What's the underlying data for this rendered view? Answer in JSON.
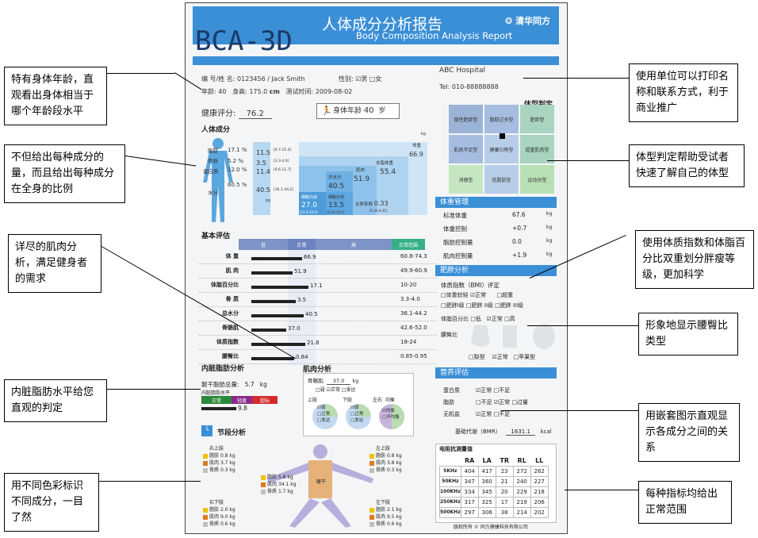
{
  "callouts": [
    "特有身体年龄，直观看出身体相当于哪个年龄段水平",
    "不但给出每种成分的量，而且给出每种成分在全身的比例",
    "详尽的肌肉分析，满足健身者的需求",
    "内脏脂肪水平给您直观的判定",
    "用不同色彩标识不同成分，一目了然",
    "使用单位可以打印名称和联系方式，利于商业推广",
    "体型判定帮助受试者快速了解自己的体型",
    "使用体质指数和体脂百分比双重划分胖瘦等级，更加科学",
    "形象地显示腰臀比类型",
    "用嵌套图示直观显示各成分之间的关系",
    "每种指标均给出正常范围"
  ],
  "header": {
    "title_cn": "人体成分分析报告",
    "title_en": "Body Composition Analysis Report",
    "brand": "清华同方",
    "logo": "BCA-3D"
  },
  "patient": {
    "id_name_label": "编 号/姓 名:",
    "id_name": "0123456 / Jack Smith",
    "gender_label": "性别:",
    "male": "男",
    "female": "女",
    "age_label": "年龄:",
    "age": "40",
    "height_label": "身高:",
    "height": "175.0",
    "height_unit": "cm",
    "date_label": "测试时间:",
    "date": "2009-08-02",
    "health_label": "健康评分:",
    "health_score": "76.2",
    "body_age_label": "身体年龄",
    "body_age": "40",
    "body_age_unit": "岁"
  },
  "hospital": {
    "name": "ABC Hospital",
    "tel": "Tel: 010-88888888"
  },
  "body_comp": {
    "title": "人体成分",
    "labels": [
      "脂肪",
      "骨质",
      "蛋白质",
      "水分"
    ],
    "percents": [
      "17.1 %",
      "5.2 %",
      "12.0 %",
      "60.5 %"
    ],
    "values": [
      "11.5",
      "3.5",
      "11.4",
      "40.5"
    ],
    "ranges": [
      "[6.7-15.4]",
      "[3.3-4.0]",
      "[9.6-12.7]",
      "[36.1-44.2]"
    ],
    "kg": "kg",
    "top_kg": "kg",
    "weight_label": "体重",
    "weight": "66.9",
    "lean_label": "去脂体重",
    "lean": "55.4",
    "muscle_label": "肌肉",
    "muscle": "51.9",
    "total_water_label": "总水分",
    "total_water": "40.5",
    "icf_label": "细胞内液",
    "icf": "27.0",
    "icf_range": "[22.0-26.0]",
    "ecf_label": "细胞外液",
    "ecf": "13.5",
    "ecf_range": "[13.6-15.6]",
    "edema_label": "水肿系数",
    "edema": "0.33",
    "edema_range": "[0.30-0.35]"
  },
  "basic_eval": {
    "title": "基本评估",
    "header": [
      "低",
      "正常",
      "高",
      "正常范围"
    ],
    "rows": [
      {
        "label": "体 重",
        "value": "66.9",
        "range": "60.8-74.3",
        "frac": 0.32
      },
      {
        "label": "肌 肉",
        "value": "51.9",
        "range": "49.9-60.9",
        "frac": 0.26
      },
      {
        "label": "体脂百分比",
        "value": "17.1",
        "range": "10-20",
        "frac": 0.36
      },
      {
        "label": "骨 质",
        "value": "3.5",
        "range": "3.3-4.0",
        "frac": 0.28
      },
      {
        "label": "总水分",
        "value": "40.5",
        "range": "36.1-44.2",
        "frac": 0.33
      },
      {
        "label": "骨骼肌",
        "value": "37.0",
        "range": "42.6-52.0",
        "frac": 0.22
      },
      {
        "label": "体质指数",
        "value": "21.8",
        "range": "18-24",
        "frac": 0.34
      },
      {
        "label": "腰臀比",
        "value": "0.84",
        "range": "0.85-0.95",
        "frac": 0.27
      }
    ]
  },
  "body_type": {
    "title": "体型判定",
    "cells": [
      "隐性肥胖型",
      "脂肪过多型",
      "肥胖型",
      "肌肉不足型",
      "健康匀称型",
      "超重肌肉型",
      "消瘦型",
      "低脂肪型",
      "运动员型"
    ],
    "colors": [
      "#9ab3d6",
      "#a6bce0",
      "#a8d4c0",
      "#a6bce0",
      "#b8cde8",
      "#a8d4c0",
      "#c6e6c2",
      "#b8cde8",
      "#b8e0b4"
    ]
  },
  "weight_mgmt": {
    "title": "体重管理",
    "rows": [
      {
        "label": "标准体重",
        "value": "67.6",
        "unit": "kg"
      },
      {
        "label": "体重控制",
        "value": "+0.7",
        "unit": "kg"
      },
      {
        "label": "脂肪控制量",
        "value": "0.0",
        "unit": "kg"
      },
      {
        "label": "肌肉控制量",
        "value": "+1.9",
        "unit": "kg"
      }
    ]
  },
  "obesity": {
    "title": "肥胖分析",
    "bmi_label": "体质指数（BMI）评定",
    "bmi_opts": [
      "□体重较轻",
      "☑正常",
      "□超重",
      "□肥胖I级",
      "□肥胖 II级",
      "□肥胖 III级"
    ],
    "bf_label": "体脂百分比",
    "bf_opts": [
      "□低",
      "☑正常",
      "□高"
    ],
    "whr_label": "腰臀比",
    "whr_opts": [
      "□梨型",
      "☑正常",
      "□苹果型"
    ]
  },
  "nutrition": {
    "title": "营养评估",
    "rows": [
      {
        "label": "蛋白质",
        "opts": "☑正常  □不足"
      },
      {
        "label": "脂肪",
        "opts": "□不足  ☑正常  □过量"
      },
      {
        "label": "无机盐",
        "opts": "☑正常  □不足"
      }
    ],
    "bmr_label": "基础代谢（BMR）",
    "bmr": "1631.1",
    "bmr_unit": "kcal"
  },
  "impedance": {
    "title": "电阻抗测量值",
    "cols": [
      "RA",
      "LA",
      "TR",
      "RL",
      "LL"
    ],
    "rows": [
      {
        "freq": "5KHz",
        "vals": [
          "404",
          "417",
          "23",
          "272",
          "262"
        ]
      },
      {
        "freq": "50KHz",
        "vals": [
          "347",
          "360",
          "21",
          "240",
          "227"
        ]
      },
      {
        "freq": "100KHz",
        "vals": [
          "334",
          "345",
          "20",
          "229",
          "218"
        ]
      },
      {
        "freq": "250KHz",
        "vals": [
          "317",
          "325",
          "17",
          "219",
          "206"
        ]
      },
      {
        "freq": "500KHz",
        "vals": [
          "297",
          "306",
          "38",
          "214",
          "202"
        ]
      }
    ]
  },
  "visceral": {
    "title": "内脏脂肪分析",
    "label": "躯干脂肪总量:",
    "value": "5.7",
    "unit": "kg",
    "level_label": "内脏脂肪水平",
    "level": "9.8",
    "scale": [
      "正常",
      "轻度",
      "超标"
    ]
  },
  "muscle": {
    "title": "肌肉分析",
    "bone_label": "骨骼肌:",
    "bone": "37.0",
    "unit": "kg",
    "opts": "□弱  ☑正常  □发达",
    "upper": "上肢",
    "lower": "下肢",
    "lr": "左右",
    "balance": "均衡",
    "pie1": [
      "☑弱",
      "□正常",
      "□发达"
    ],
    "pie2": [
      "☑弱",
      "□正常",
      "□发达"
    ],
    "pie3": [
      "☑均衡",
      "□不均衡"
    ]
  },
  "segment": {
    "title": "节段分析",
    "trunk": "躯干",
    "legend": [
      "脂肪",
      "肌肉",
      "骨质"
    ],
    "ru": {
      "title": "右上肢",
      "vals": [
        "0.8",
        "3.7",
        "0.3"
      ]
    },
    "lu": {
      "title": "左上肢",
      "vals": [
        "0.8",
        "3.8",
        "0.3"
      ]
    },
    "tr": {
      "vals": [
        "5.8",
        "34.1",
        "1.7"
      ]
    },
    "rl": {
      "title": "右下肢",
      "vals": [
        "2.0",
        "9.0",
        "0.6"
      ]
    },
    "ll": {
      "title": "左下肢",
      "vals": [
        "2.1",
        "9.5",
        "0.6"
      ]
    },
    "unit": "kg",
    "colors": [
      "#f2c200",
      "#e07a20",
      "#c0c0c0"
    ]
  },
  "footer": "版权所有 © 同方健康科技有限公司"
}
